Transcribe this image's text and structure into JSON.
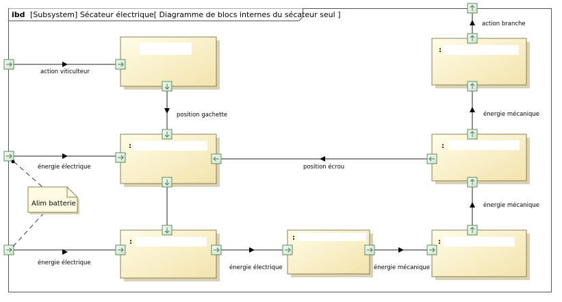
{
  "diagram": {
    "frame": {
      "kind": "ibd",
      "title": "[Subsystem] Sécateur électrique[ Diagramme de blocs internes du sécateur seul ]"
    },
    "blocks": [
      {
        "id": "b1",
        "name": ""
      },
      {
        "id": "b2",
        "name": ":"
      },
      {
        "id": "b3",
        "name": ":"
      },
      {
        "id": "b4",
        "name": ":"
      },
      {
        "id": "b5",
        "name": ":"
      },
      {
        "id": "b6",
        "name": ":"
      },
      {
        "id": "b7",
        "name": ":"
      }
    ],
    "flows": {
      "action_viticulteur": "action viticulteur",
      "position_gachette": "position gachette",
      "energie_electrique_1": "énergie électrique",
      "energie_electrique_2": "énergie électrique",
      "energie_electrique_3": "énergie électrique",
      "energie_mecanique_1": "énergie mécanique",
      "energie_mecanique_2": "énergie mécanique",
      "energie_mecanique_3": "énergie mécanique",
      "position_ecrou": "position écrou",
      "action_branche": "action branche"
    },
    "note": "Alim batterie"
  }
}
